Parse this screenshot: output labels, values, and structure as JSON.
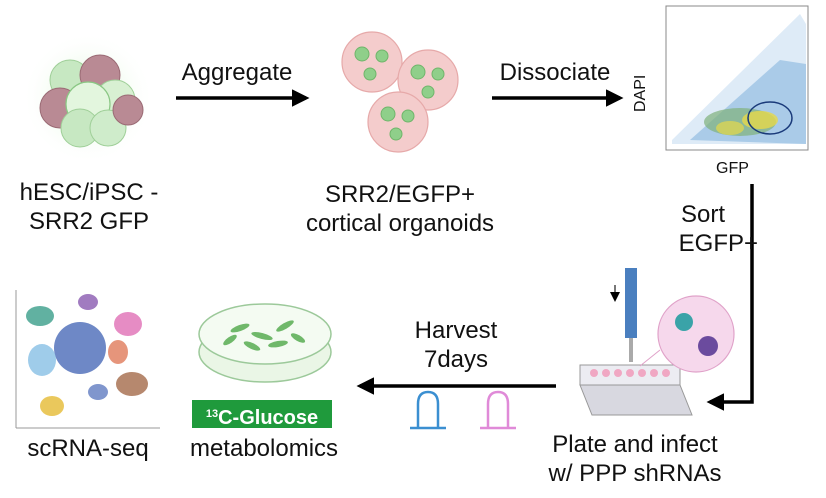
{
  "steps": {
    "stem_cells": {
      "line1": "hESC/iPSC -",
      "line2": "SRR2 GFP"
    },
    "aggregate": "Aggregate",
    "organoids": {
      "line1": "SRR2/EGFP+",
      "line2": "cortical organoids"
    },
    "dissociate": "Dissociate",
    "facs": {
      "y_axis": "DAPI",
      "x_axis": "GFP"
    },
    "sort": {
      "line1": "Sort",
      "line2": "EGFP+"
    },
    "plate": {
      "line1": "Plate and infect",
      "line2": "w/ PPP shRNAs"
    },
    "harvest": {
      "line1": "Harvest",
      "line2": "7days"
    },
    "metabolomics": {
      "tag_sup": "13",
      "tag_text": "C-Glucose",
      "label": "metabolomics"
    },
    "scrna": "scRNA-seq"
  },
  "colors": {
    "arrow": "#000000",
    "gfp_green": "#7bc67b",
    "organoid_pink": "#f2c4c4",
    "glucose_tag": "#1f9a3c",
    "shrna_blue": "#3b8fd1",
    "shrna_pink": "#e08ad8"
  }
}
